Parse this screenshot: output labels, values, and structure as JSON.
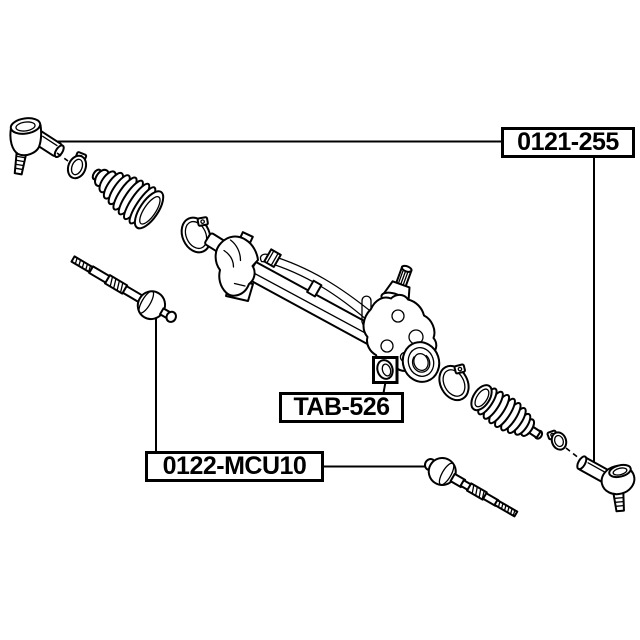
{
  "diagram": {
    "background_color": "#ffffff",
    "stroke_color": "#000000",
    "labels": {
      "outer_tie_rod_end": "0121-255",
      "steering_rack_bushing": "TAB-526",
      "inner_axial_rod": "0122-MCU10"
    }
  }
}
